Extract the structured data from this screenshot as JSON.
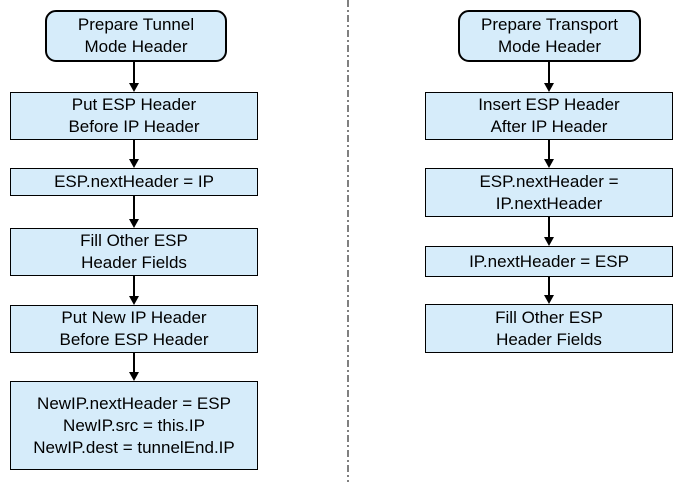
{
  "colors": {
    "node_fill": "#d6ecfa",
    "node_border": "#000000",
    "text": "#000000",
    "divider": "#808080",
    "arrow": "#000000"
  },
  "flowchart": {
    "left": {
      "nodes": [
        {
          "label": "Prepare Tunnel\nMode Header"
        },
        {
          "label": "Put ESP Header\nBefore IP Header"
        },
        {
          "label": "ESP.nextHeader = IP"
        },
        {
          "label": "Fill Other ESP\nHeader Fields"
        },
        {
          "label": "Put New IP Header\nBefore ESP Header"
        },
        {
          "label": "NewIP.nextHeader = ESP\nNewIP.src = this.IP\nNewIP.dest = tunnelEnd.IP"
        }
      ]
    },
    "right": {
      "nodes": [
        {
          "label": "Prepare Transport\nMode Header"
        },
        {
          "label": "Insert ESP Header\nAfter IP Header"
        },
        {
          "label": "ESP.nextHeader =\nIP.nextHeader"
        },
        {
          "label": "IP.nextHeader = ESP"
        },
        {
          "label": "Fill Other ESP\nHeader Fields"
        }
      ]
    }
  }
}
